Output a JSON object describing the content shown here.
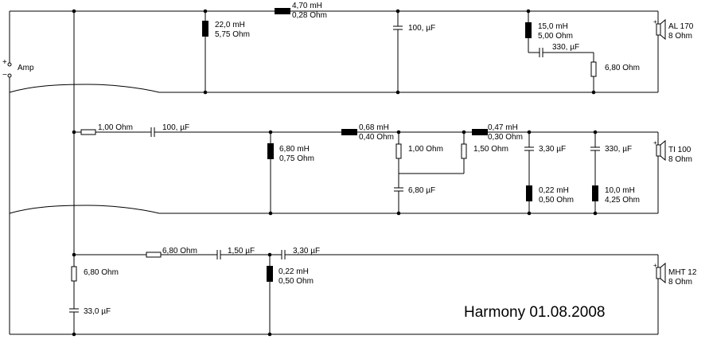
{
  "title": "Harmony 01.08.2008",
  "amp": {
    "label": "Amp",
    "plus": "+",
    "minus": "−"
  },
  "section1": {
    "l_series": {
      "value": "4,70 mH",
      "res": "0,28 Ohm"
    },
    "l_shunt": {
      "value": "22,0 mH",
      "res": "5,75 Ohm"
    },
    "c_shunt": {
      "value": "100, µF"
    },
    "l_notch": {
      "value": "15,0 mH",
      "res": "5,00 Ohm"
    },
    "c_notch": {
      "value": "330, µF"
    },
    "r_notch": {
      "value": "6,80 Ohm"
    },
    "speaker": {
      "name": "AL 170",
      "imp": "8 Ohm"
    }
  },
  "section2": {
    "r_series": {
      "value": "1,00 Ohm"
    },
    "c_series": {
      "value": "100, µF"
    },
    "l_shunt": {
      "value": "6,80 mH",
      "res": "0,75 Ohm"
    },
    "l_series2": {
      "value": "0,68 mH",
      "res": "0,40 Ohm"
    },
    "r_shunt": {
      "value": "1,00 Ohm"
    },
    "c_shunt": {
      "value": "6,80 µF"
    },
    "r_shunt2": {
      "value": "1,50 Ohm"
    },
    "l_series3": {
      "value": "0,47 mH",
      "res": "0,30 Ohm"
    },
    "c_trap1": {
      "value": "3,30 µF"
    },
    "l_trap1": {
      "value": "0,22 mH",
      "res": "0,50 Ohm"
    },
    "c_trap2": {
      "value": "330, µF"
    },
    "l_trap2": {
      "value": "10,0 mH",
      "res": "4,25 Ohm"
    },
    "speaker": {
      "name": "TI 100",
      "imp": "8 Ohm"
    }
  },
  "section3": {
    "r_series": {
      "value": "6,80 Ohm"
    },
    "c_series1": {
      "value": "1,50 µF"
    },
    "c_series2": {
      "value": "3,30 µF"
    },
    "l_shunt": {
      "value": "0,22 mH",
      "res": "0,50 Ohm"
    },
    "r_zobel": {
      "value": "6,80 Ohm"
    },
    "c_zobel": {
      "value": "33,0 µF"
    },
    "speaker": {
      "name": "MHT 12",
      "imp": "8 Ohm"
    }
  }
}
